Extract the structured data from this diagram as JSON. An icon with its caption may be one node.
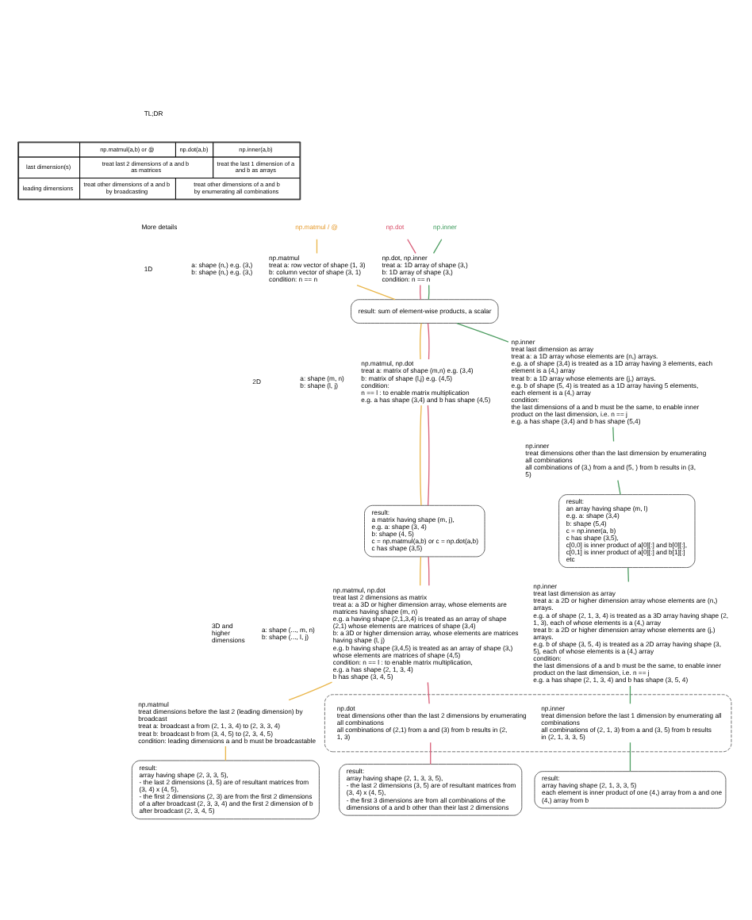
{
  "diagram": {
    "nodes": [
      {
        "text": [
          "np.matmul / @"
        ]
      },
      {
        "text": [
          "np.dot"
        ]
      },
      {
        "text": [
          "np.inner"
        ]
      },
      {
        "text": [
          "np.matmul",
          "treat a: row vector of shape (1, 3)",
          "b: column vector of shape (3, 1)",
          "condition: n == n"
        ]
      },
      {
        "text": [
          "np.dot, np.inner",
          "treat a: 1D array of shape (3,)",
          "b: 1D array of shape (3,)",
          "condition: n == n"
        ]
      },
      {
        "text": [
          "result: sum of element-wise products, a scalar"
        ]
      },
      {
        "text": [
          "np.matmul, np.dot",
          "treat a: matrix of shape (m,n) e.g. (3,4)",
          "b: matrix of shape (l,j) e.g. (4,5)",
          "condition:",
          "n == l : to enable matrix multiplication",
          "e.g. a has shape (3,4) and b has shape (4,5)"
        ]
      },
      {
        "text": [
          "np.inner",
          "treat last dimension as array",
          "treat a: a 1D array whose elements are (n,) arrays.",
          "e.g. a of shape (3,4) is treated as a 1D array having 3 elements, each element is a (4,) array",
          "treat b: a 1D array whose elements are (j,) arrays.",
          "e.g. b of shape (5, 4) is treated as a 1D array having 5 elements, each element is a (4,) array",
          "condition:",
          "the last dimensions of a and b must be the same, to enable inner product on the last dimension, i.e. n == j",
          "e.g. a has shape (3,4) and b has shape (5,4)"
        ]
      },
      {
        "text": [
          "np.inner",
          "treat dimensions other than the last dimension by enumerating all combinations",
          "all combinations of (3,) from a and (5, ) from b results in (3, 5)"
        ]
      },
      {
        "text": [
          "result:",
          "a matrix having shape (m, j),",
          "e.g. a: shape (3, 4)",
          "b: shape (4, 5)",
          "c = np.matmul(a,b) or c = np.dot(a,b)",
          "c has shape (3,5)"
        ]
      },
      {
        "text": [
          "result:",
          "an array having shape (m, l)",
          "e.g. a: shape (3,4)",
          "b: shape (5,4)",
          "c = np.inner(a, b)",
          "c has shape (3,5),",
          "c[0,0] is inner product of a[0][:] and b[0][:],",
          "c[0,1] is inner product of a[0][:] and b[1][:]",
          "etc"
        ]
      },
      {
        "text": [
          "np.matmul, np.dot",
          "treat last 2 dimensions as matrix",
          "treat a: a 3D or higher dimension array, whose elements are matrices having shape (m, n)",
          "e.g. a having shape (2,1,3,4) is treated as an array of shape (2,1) whose elements are matrices of shape (3,4)",
          "b: a 3D or higher dimension array, whose elements are matrices having shape (l, j)",
          "e.g. b having shape (3,4,5) is treated as an array of shape (3,) whose elements are matrices of shape (4,5)",
          "condition: n == l : to enable matrix multiplication,",
          "e.g. a has shape (2, 1, 3, 4)",
          "b has shape (3, 4, 5)"
        ]
      },
      {
        "text": [
          "np.inner",
          "treat last dimension as array",
          "treat a: a 2D or higher dimension array whose elements are (n,) arrays.",
          "e.g. a of shape (2, 1, 3, 4) is treated as a 3D array having shape (2, 1, 3), each of whose elements is a (4,) array",
          "treat b: a 2D or higher dimension array whose elements are (j,) arrays.",
          "e.g. b of shape (3, 5, 4) is treated as a 2D array having shape (3, 5), each of whose elements is a (4,) array",
          "condition:",
          "the last dimensions of a and b must be the same, to enable inner product on the last dimension, i.e. n == j",
          "e.g. a has shape (2, 1, 3, 4) and b has shape (3, 5, 4)"
        ]
      },
      {
        "text": [
          "np.matmul",
          "treat dimensions before the last 2 (leading dimension) by broadcast",
          "treat a: broadcast a from (2, 1, 3, 4) to (2, 3, 3, 4)",
          "treat b: broadcast b from (3, 4, 5) to (2, 3, 4, 5)",
          "condition: leading dimensions a and b must be broadcastable"
        ]
      },
      {
        "text": [],
        "shape": "ellipse"
      },
      {
        "text": [
          "np.dot",
          "treat dimensions other than the last 2 dimensions by enumerating all combinations",
          "all combinations of (2,1) from a and (3) from b results in (2, 1, 3)"
        ],
        "in": 14
      },
      {
        "text": [
          "np.inner",
          "treat dimension before the last 1 dimension by enumerating all combinations",
          "all combinations of (2, 1, 3) from a and (3, 5) from b results in (2, 1, 3, 3, 5)"
        ],
        "in": 14
      },
      {
        "text": [
          "result:",
          "array having shape (2, 3, 3, 5),",
          "- the last 2 dimensions (3, 5) are of resultant matrices from (3, 4) x (4, 5),",
          "- the first 2 dimensions (2, 3) are from the first 2 dimensions of a after broadcast (2, 3, 3, 4) and the first 2 dimension of b after broadcast (2, 3, 4, 5)"
        ]
      },
      {
        "text": [
          "result:",
          "array having shape (2, 1, 3, 3, 5),",
          "- the last 2 dimensions (3, 5) are of resultant matrices from (3, 4) x (4, 5),",
          "- the first 3 dimensions are from all combinations of the dimensions of a and b other than their last 2 dimensions"
        ]
      },
      {
        "text": [
          "result:",
          "array having shape (2, 1, 3, 3, 5)",
          "each element is inner product of one (4,) array from a and one (4,) array from b"
        ]
      }
    ],
    "edges": [
      {
        "from": 0,
        "to": 3,
        "arrow": "none",
        "color": "#eab64a"
      },
      {
        "from": 1,
        "to": 4,
        "arrow": "none",
        "color": "#d9607a"
      },
      {
        "from": 2,
        "to": 4,
        "arrow": "none",
        "color": "#4f9e63"
      },
      {
        "from": 3,
        "to": 5,
        "arrow": "none",
        "color": "#eab64a"
      },
      {
        "from": 4,
        "to": 5,
        "arrow": "none",
        "color": "#d9607a"
      },
      {
        "from": 4,
        "to": 5,
        "arrow": "none",
        "color": "#4f9e63"
      },
      {
        "from": 5,
        "to": 6,
        "arrow": "none",
        "color": "#eab64a"
      },
      {
        "from": 5,
        "to": 6,
        "arrow": "none",
        "color": "#d9607a"
      },
      {
        "from": 5,
        "to": 7,
        "arrow": "none",
        "color": "#4f9e63"
      },
      {
        "from": 7,
        "to": 8,
        "arrow": "none",
        "color": "#4f9e63"
      },
      {
        "from": 6,
        "to": 9,
        "arrow": "none",
        "color": "#eab64a"
      },
      {
        "from": 6,
        "to": 9,
        "arrow": "none",
        "color": "#d9607a"
      },
      {
        "from": 8,
        "to": 10,
        "arrow": "none",
        "color": "#4f9e63"
      },
      {
        "from": 9,
        "to": 11,
        "arrow": "none",
        "color": "#eab64a"
      },
      {
        "from": 9,
        "to": 11,
        "arrow": "none",
        "color": "#d9607a"
      },
      {
        "from": 10,
        "to": 12,
        "arrow": "none",
        "color": "#4f9e63"
      },
      {
        "from": 11,
        "to": 13,
        "arrow": "none",
        "color": "#eab64a"
      },
      {
        "from": 11,
        "to": 15,
        "arrow": "none",
        "color": "#d9607a"
      },
      {
        "from": 12,
        "to": 16,
        "arrow": "none",
        "color": "#4f9e63"
      },
      {
        "from": 13,
        "to": 17,
        "arrow": "none",
        "color": "#eab64a"
      },
      {
        "from": 15,
        "to": 18,
        "arrow": "none",
        "color": "#d9607a"
      },
      {
        "from": 16,
        "to": 19,
        "arrow": "none",
        "color": "#4f9e63"
      }
    ],
    "labels": [
      "TL;DR",
      "np.matmul(a,b) or @",
      "np.dot(a,b)",
      "np.inner(a,b)",
      "last dimension(s)",
      "treat last 2 dimensions of a and b as matrices",
      "treat the last 1 dimension of a and b as arrays",
      "leading dimensions",
      "treat other dimensions of a and b by broadcasting",
      "treat other dimensions of a and b by enumerating all combinations",
      "More details",
      "1D",
      "a: shape (n,) e.g. (3,)",
      "b: shape (n,) e.g. (3,)",
      "2D",
      "a: shape (m, n)",
      "b: shape (l, j)",
      "3D and higher dimensions",
      "a: shape (..., m, n)",
      "b: shape (..., l, j)"
    ]
  }
}
